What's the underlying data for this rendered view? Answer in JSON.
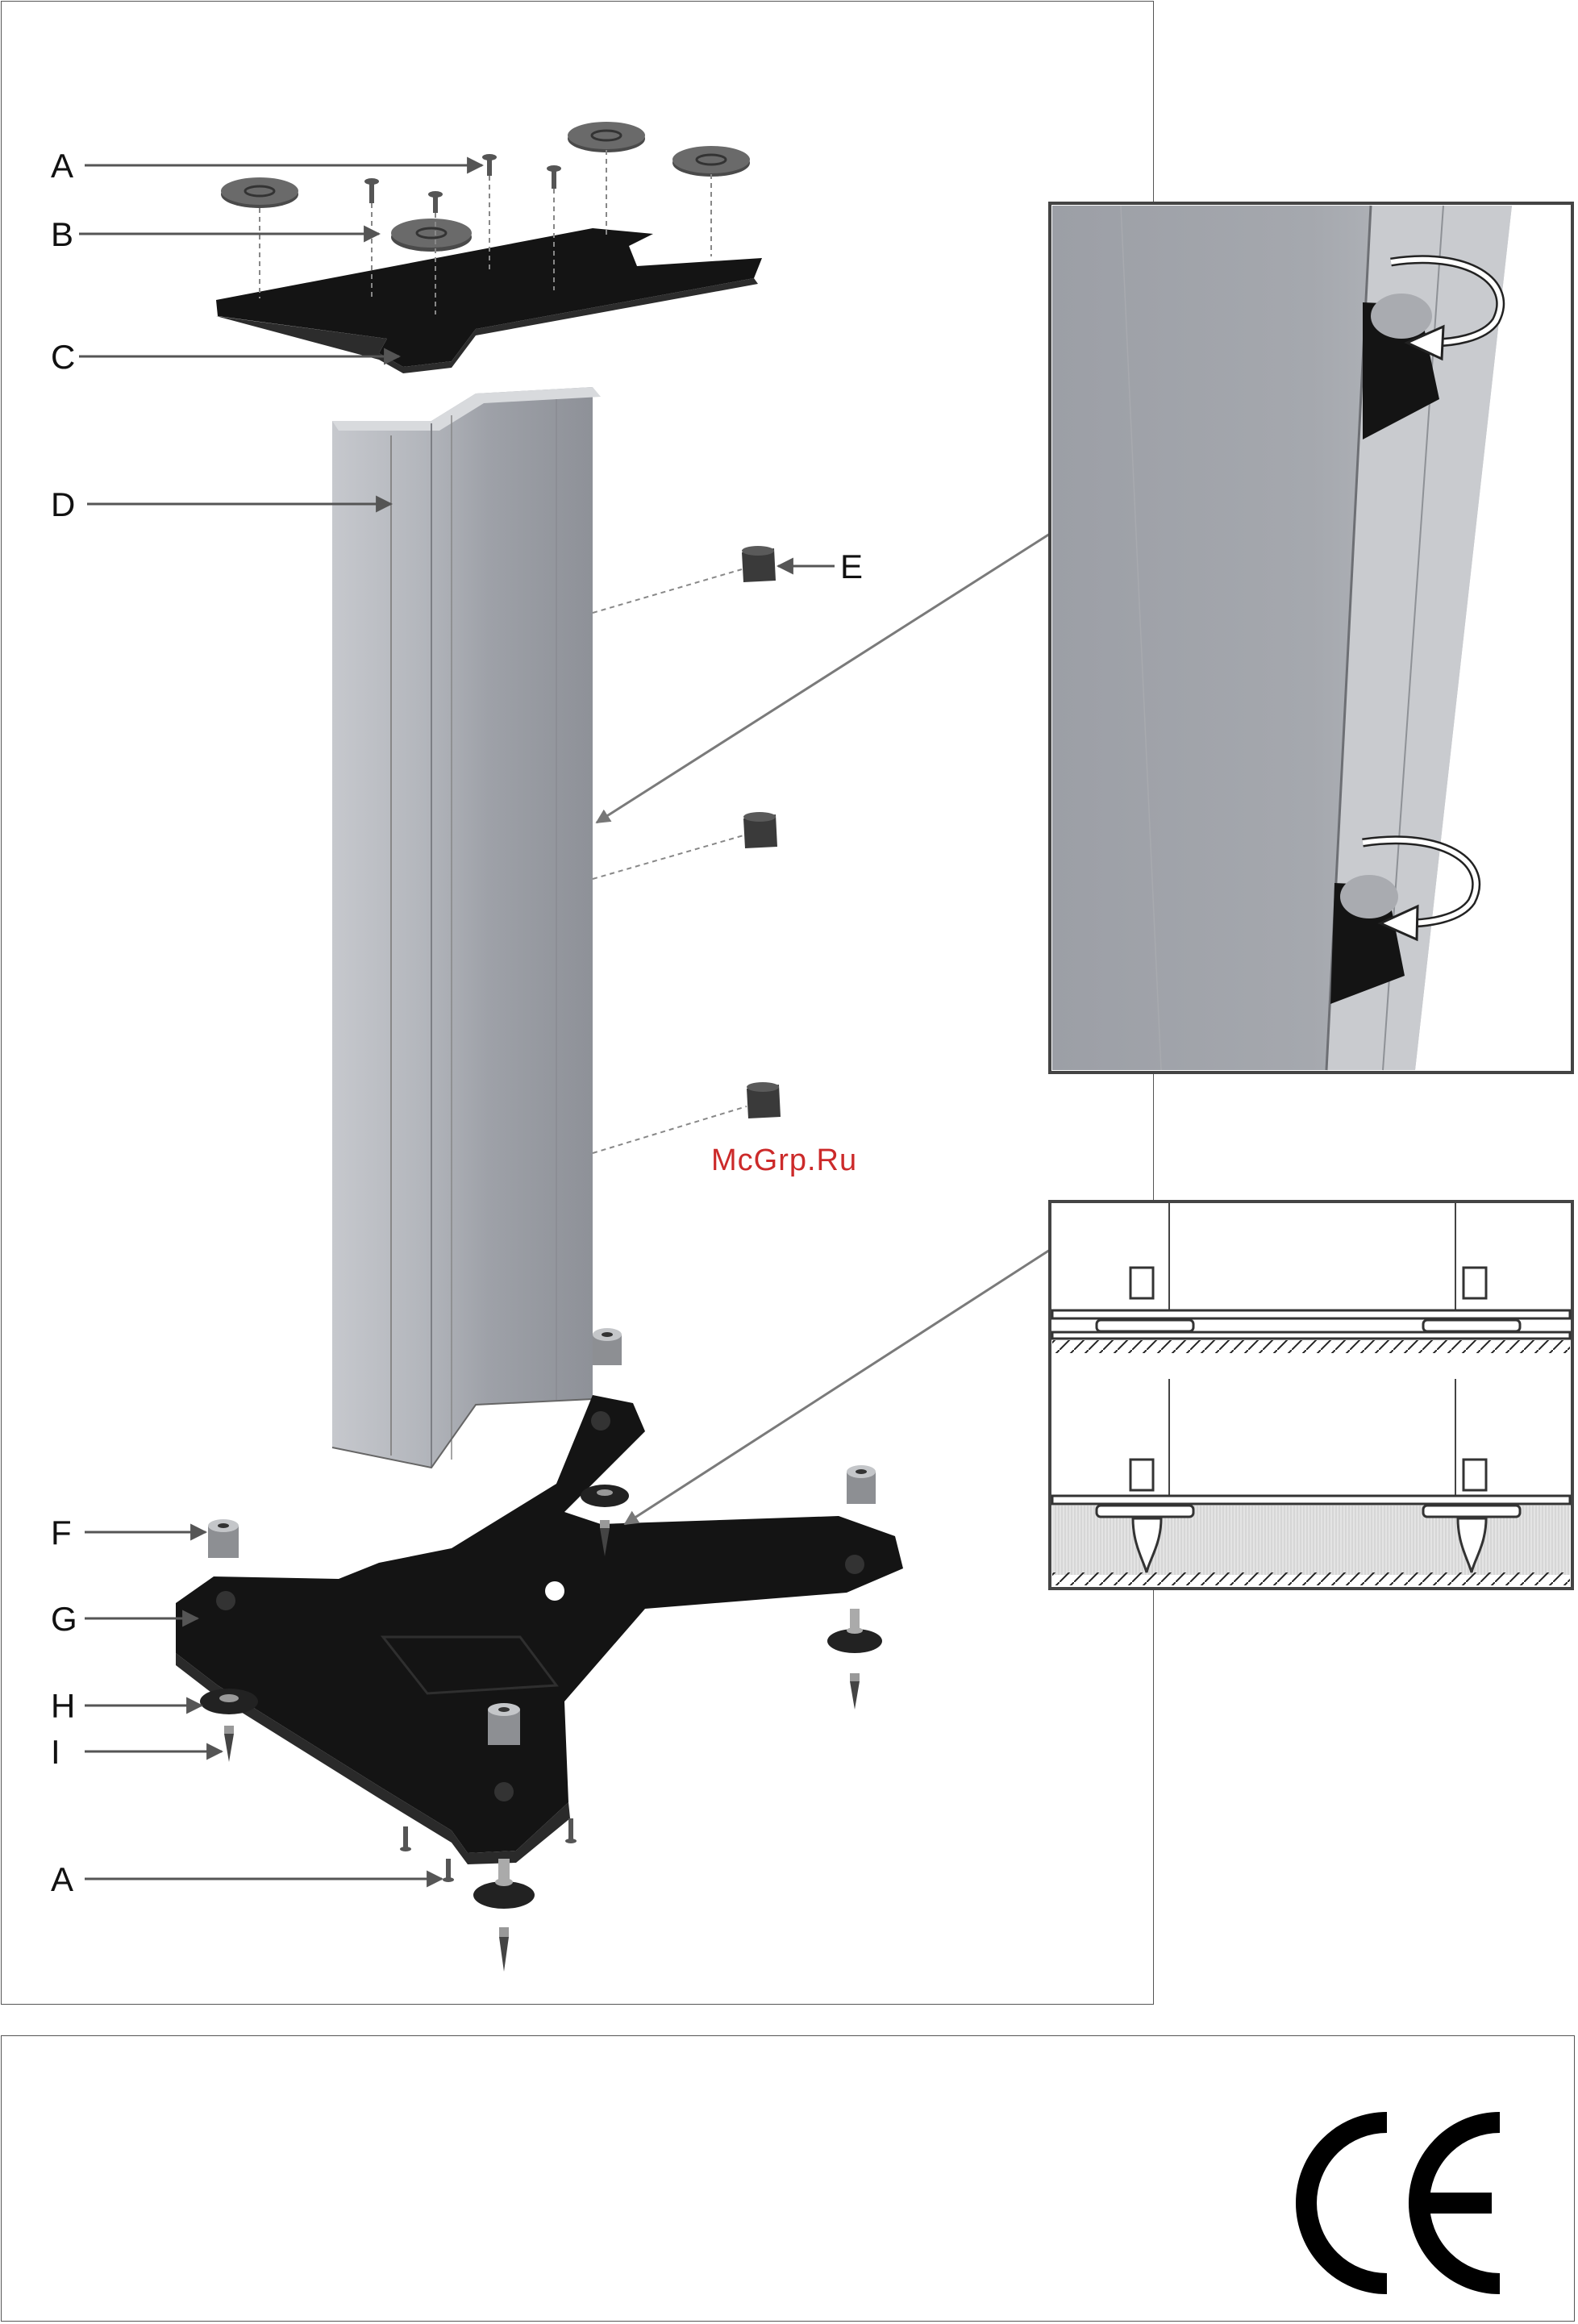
{
  "labels": {
    "a_top": "A",
    "b": "B",
    "c": "C",
    "d": "D",
    "e": "E",
    "f": "F",
    "g": "G",
    "h": "H",
    "i": "I",
    "a_bottom": "A"
  },
  "watermark": "McGrp.Ru",
  "footer": {
    "mark": "CE"
  },
  "colors": {
    "column": "#a9acb3",
    "plate": "#141414",
    "arrow": "#6e6e6e"
  }
}
